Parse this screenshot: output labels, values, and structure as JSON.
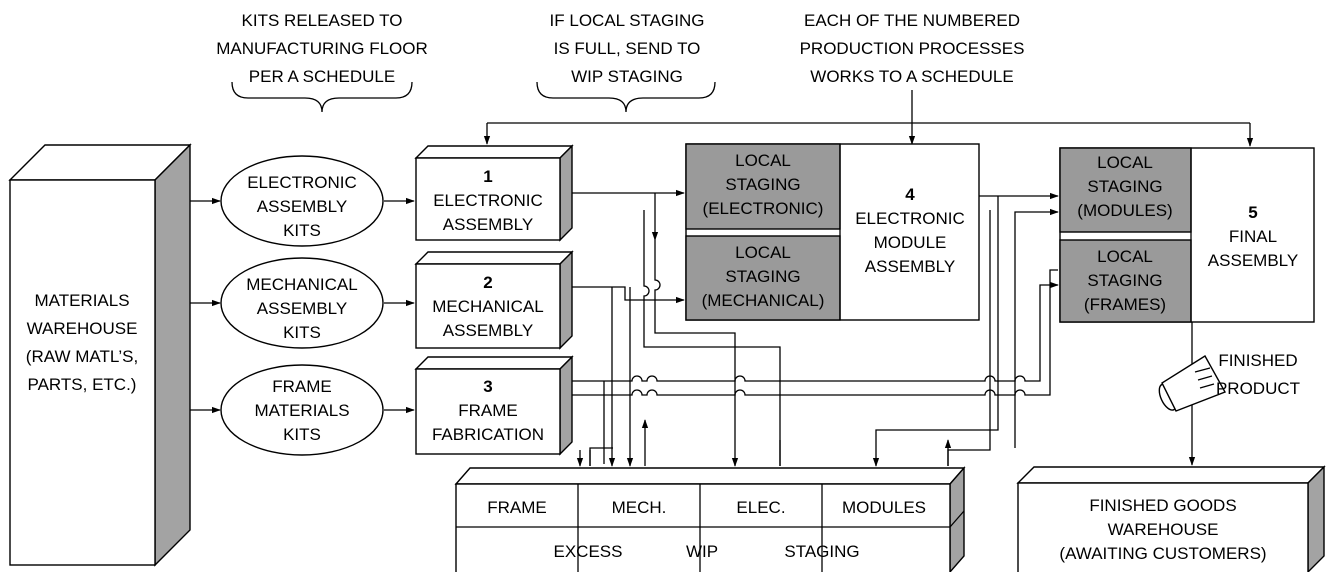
{
  "notes": {
    "kits_released": [
      "KITS RELEASED TO",
      "MANUFACTURING FLOOR",
      "PER A SCHEDULE"
    ],
    "local_staging_full": [
      "IF LOCAL STAGING",
      "IS FULL, SEND TO",
      "WIP STAGING"
    ],
    "numbered_processes": [
      "EACH OF THE NUMBERED",
      "PRODUCTION PROCESSES",
      "WORKS TO A SCHEDULE"
    ]
  },
  "warehouse": {
    "lines": [
      "MATERIALS",
      "WAREHOUSE",
      "(RAW MATL’S,",
      "PARTS, ETC.)"
    ]
  },
  "kits": [
    {
      "lines": [
        "ELECTRONIC",
        "ASSEMBLY",
        "KITS"
      ]
    },
    {
      "lines": [
        "MECHANICAL",
        "ASSEMBLY",
        "KITS"
      ]
    },
    {
      "lines": [
        "FRAME",
        "MATERIALS",
        "KITS"
      ]
    }
  ],
  "processes": [
    {
      "number": "1",
      "lines": [
        "ELECTRONIC",
        "ASSEMBLY"
      ]
    },
    {
      "number": "2",
      "lines": [
        "MECHANICAL",
        "ASSEMBLY"
      ]
    },
    {
      "number": "3",
      "lines": [
        "FRAME",
        "FABRICATION"
      ]
    }
  ],
  "staging": {
    "electronic": [
      "LOCAL",
      "STAGING",
      "(ELECTRONIC)"
    ],
    "mechanical": [
      "LOCAL",
      "STAGING",
      "(MECHANICAL)"
    ],
    "modules": [
      "LOCAL",
      "STAGING",
      "(MODULES)"
    ],
    "frames": [
      "LOCAL",
      "STAGING",
      "(FRAMES)"
    ]
  },
  "module_assembly": {
    "number": "4",
    "lines": [
      "ELECTRONIC",
      "MODULE",
      "ASSEMBLY"
    ]
  },
  "final_assembly": {
    "number": "5",
    "lines": [
      "FINAL",
      "ASSEMBLY"
    ]
  },
  "finished_product": [
    "FINISHED",
    "PRODUCT"
  ],
  "wip": {
    "columns": [
      "FRAME",
      "MECH.",
      "ELEC.",
      "MODULES"
    ],
    "title_words": [
      "EXCESS",
      "WIP",
      "STAGING"
    ]
  },
  "finished_goods": [
    "FINISHED GOODS",
    "WAREHOUSE",
    "(AWAITING CUSTOMERS)"
  ],
  "colors": {
    "stage_fill": "#9a9a9a",
    "box_side": "#a3a3a3",
    "line": "#000000",
    "background": "#ffffff"
  }
}
